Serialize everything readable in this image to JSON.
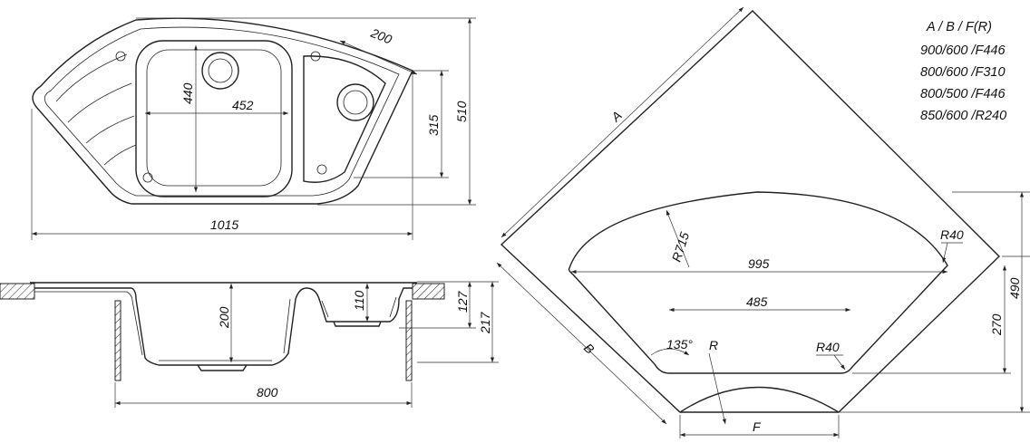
{
  "top_view": {
    "dim_width": "1015",
    "dim_depth": "510",
    "dim_right_edge": "315",
    "dim_bowl_width": "452",
    "dim_bowl_length": "440",
    "dim_small_bowl": "200"
  },
  "side_view": {
    "dim_cabinet": "800",
    "dim_bowl_depth": "200",
    "dim_small_bowl_depth": "110",
    "dim_127": "127",
    "dim_217": "217"
  },
  "plan_view": {
    "label_a": "A",
    "label_b": "B",
    "label_f": "F",
    "label_r": "R",
    "dim_r715": "R715",
    "dim_995": "995",
    "dim_485": "485",
    "dim_r40_top": "R40",
    "dim_r40_bottom": "R40",
    "dim_angle": "135°",
    "dim_490": "490",
    "dim_270": "270"
  },
  "size_table": {
    "header": "A / B / F(R)",
    "rows": [
      "900/600 /F446",
      "800/600 /F310",
      "800/500 /F446",
      "850/600 /R240"
    ]
  }
}
